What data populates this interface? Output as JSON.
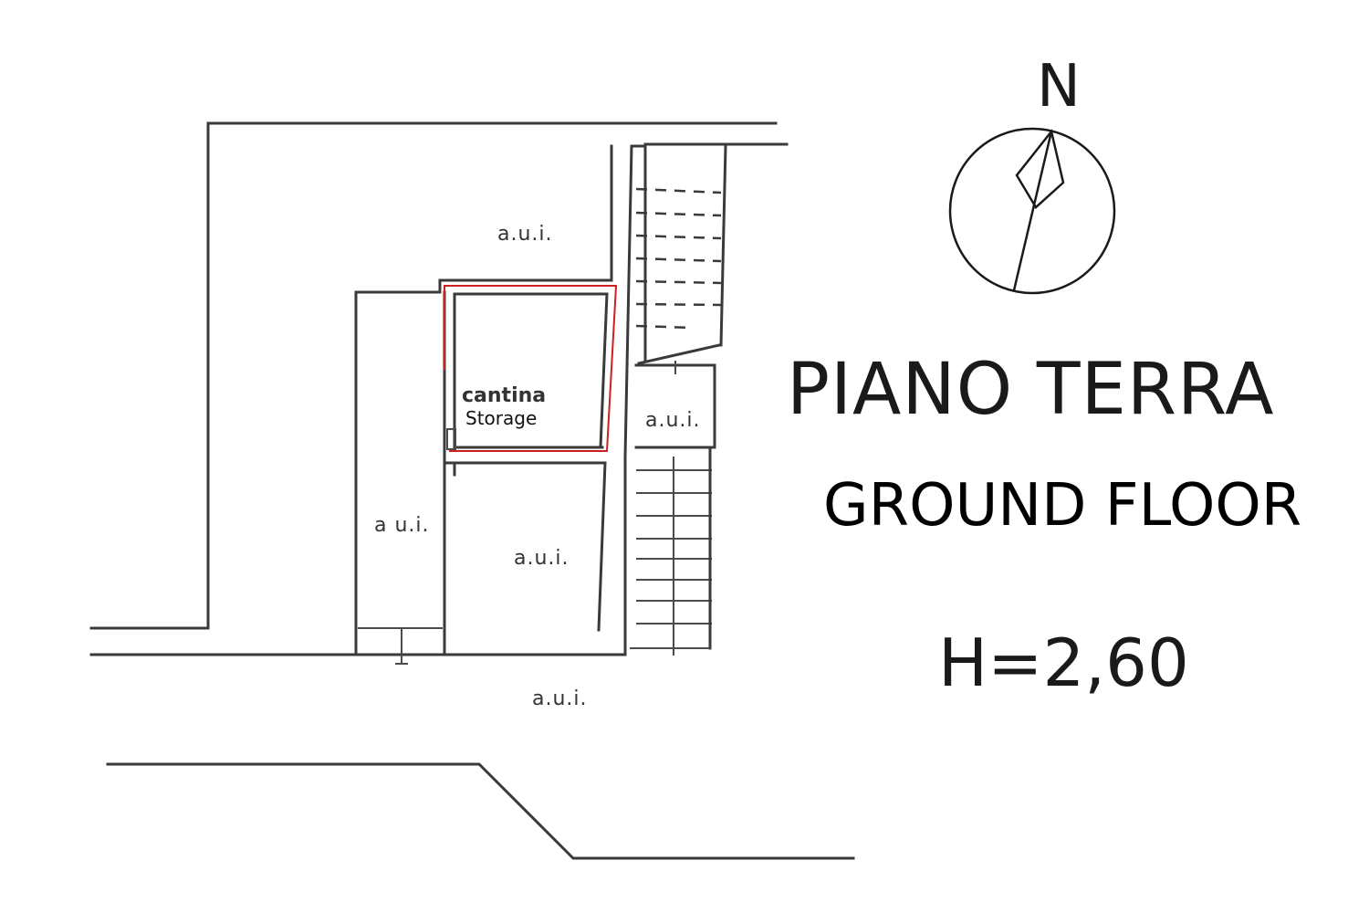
{
  "drawing": {
    "title": "PIANO TERRA",
    "title_translation": "GROUND FLOOR",
    "height_note": "H=2,60"
  },
  "compass": {
    "letter": "N",
    "icon": "north-arrow-icon"
  },
  "rooms": {
    "top": "a.u.i.",
    "left": "a u.i.",
    "center_lower": "a.u.i.",
    "stair_side": "a.u.i.",
    "bottom": "a.u.i.",
    "storage": {
      "label": "cantina",
      "translation": "Storage"
    }
  },
  "colors": {
    "lines": "#3a3a3a",
    "highlight": "#cc1f1f",
    "background": "#ffffff"
  }
}
